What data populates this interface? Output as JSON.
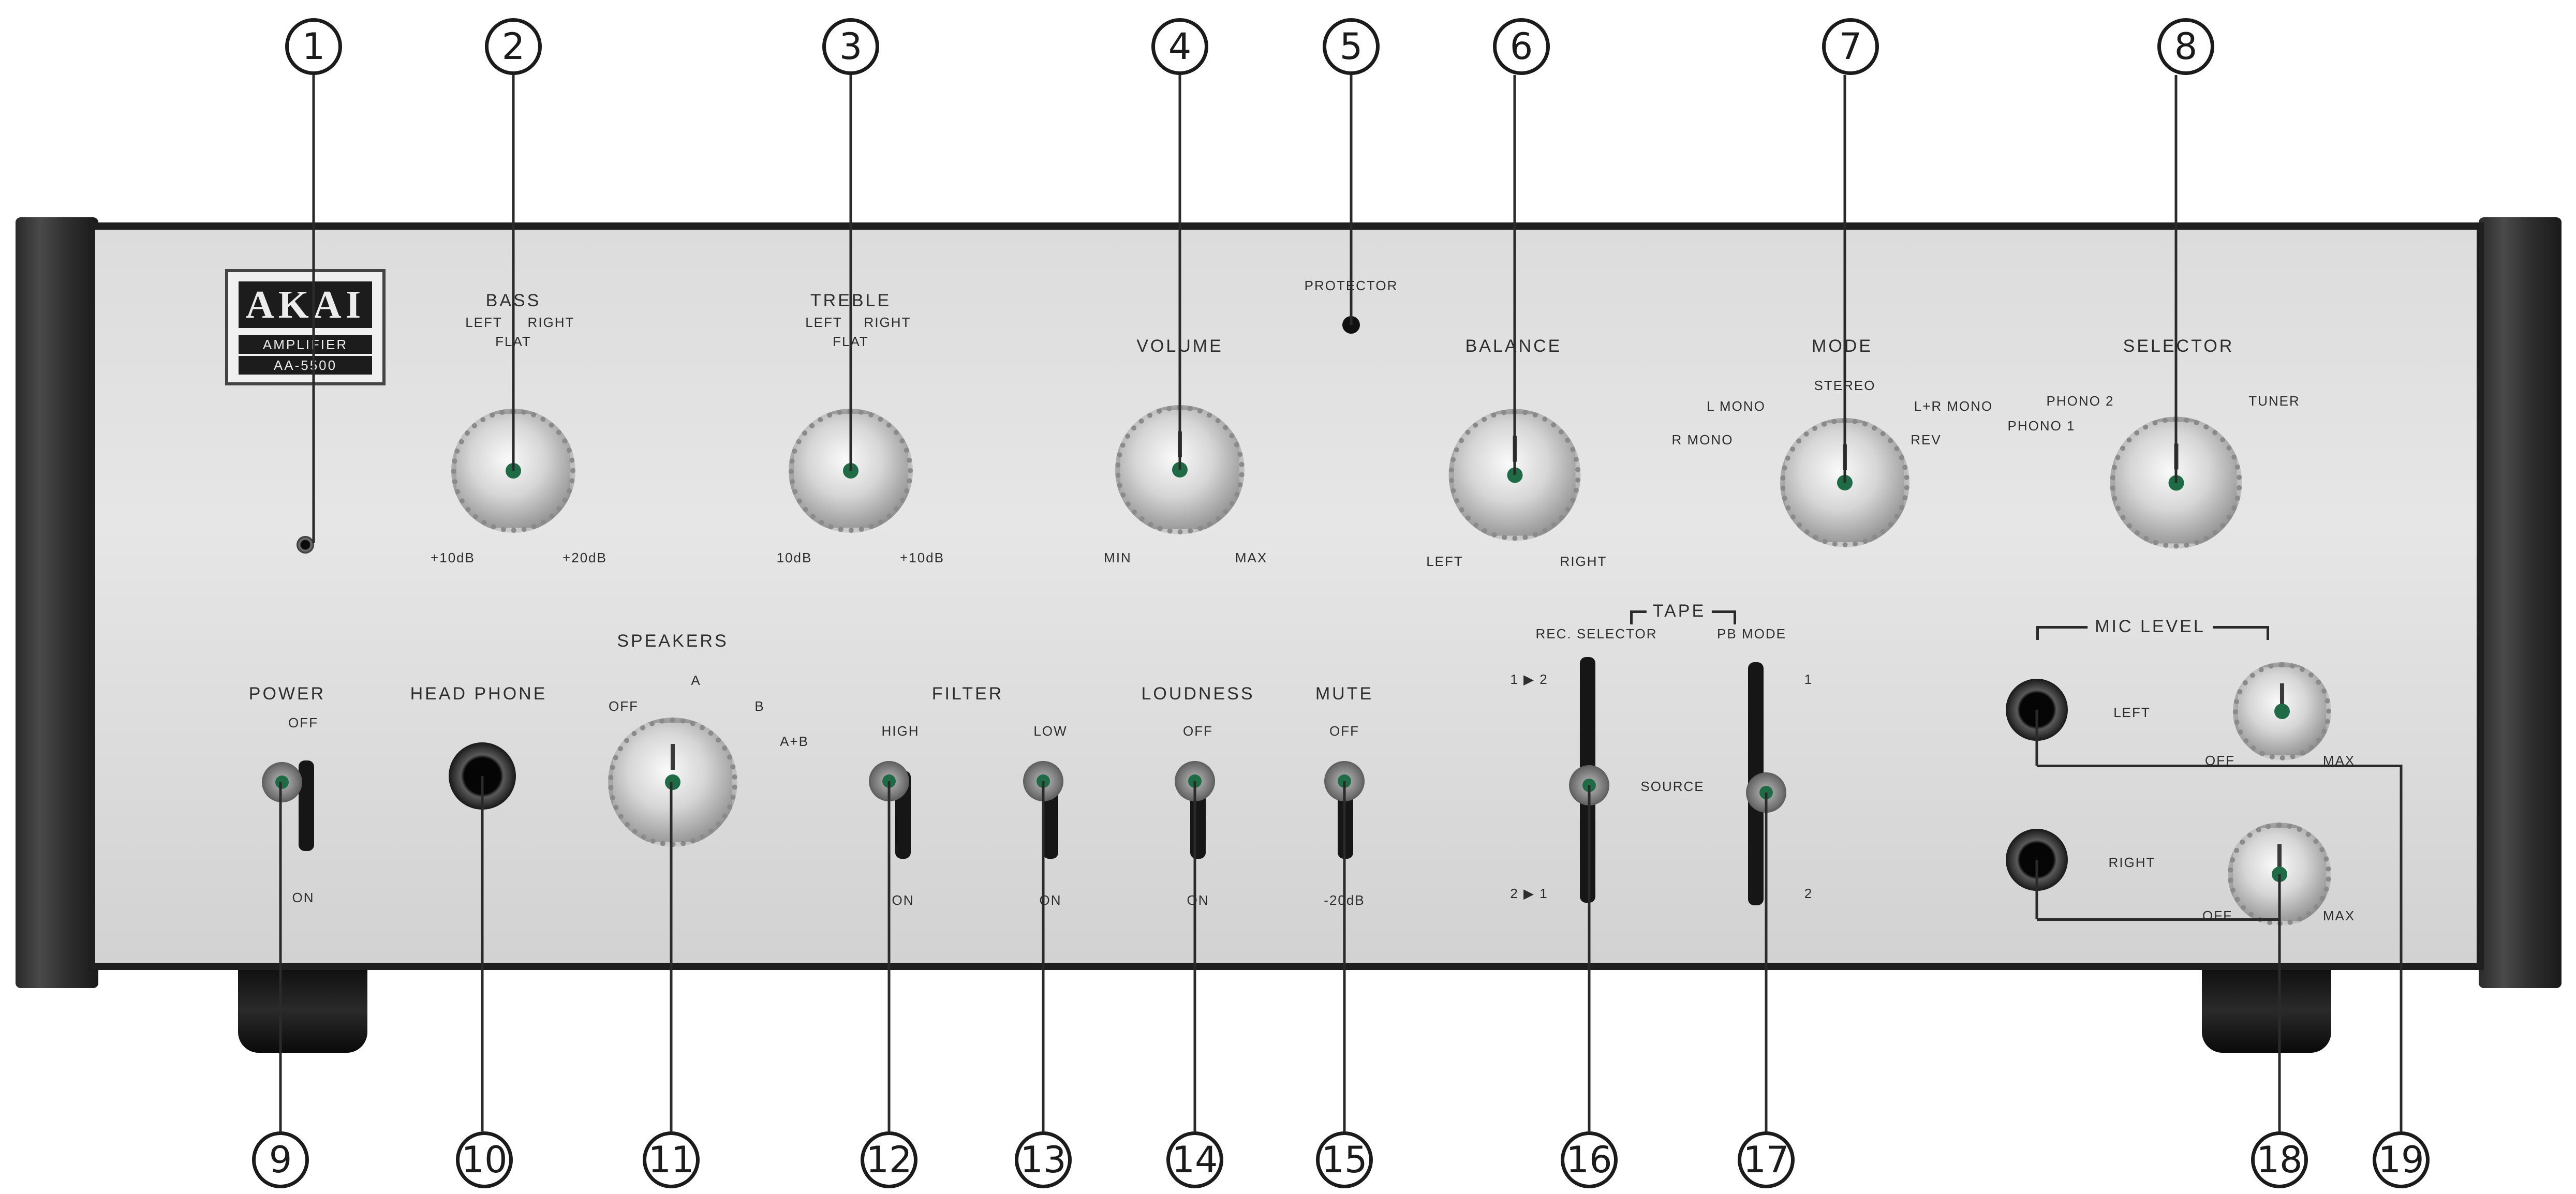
{
  "callouts": [
    "1",
    "2",
    "3",
    "4",
    "5",
    "6",
    "7",
    "8",
    "9",
    "10",
    "11",
    "12",
    "13",
    "14",
    "15",
    "16",
    "17",
    "18",
    "19"
  ],
  "logo": {
    "brand": "AKAI",
    "line1": "AMPLIFIER",
    "line2": "AA-5500"
  },
  "labels": {
    "protector": "PROTECTOR",
    "bass": "BASS",
    "bass_left": "LEFT",
    "bass_right": "RIGHT",
    "bass_flat": "FLAT",
    "bass_min": "+10dB",
    "bass_max": "+20dB",
    "treble": "TREBLE",
    "treble_left": "LEFT",
    "treble_right": "RIGHT",
    "treble_flat": "FLAT",
    "treble_min": "10dB",
    "treble_max": "+10dB",
    "volume": "VOLUME",
    "volume_min": "MIN",
    "volume_max": "MAX",
    "balance": "BALANCE",
    "balance_left": "LEFT",
    "balance_right": "RIGHT",
    "mode": "MODE",
    "mode_stereo": "STEREO",
    "mode_lmono": "L MONO",
    "mode_rmono": "R MONO",
    "mode_lrmono": "L+R MONO",
    "mode_rev": "REV",
    "selector": "SELECTOR",
    "selector_phono1": "PHONO 1",
    "selector_phono2": "PHONO 2",
    "selector_tuner": "TUNER",
    "power": "POWER",
    "power_off": "OFF",
    "power_on": "ON",
    "headphone": "HEAD PHONE",
    "speakers": "SPEAKERS",
    "speakers_off": "OFF",
    "speakers_a": "A",
    "speakers_b": "B",
    "speakers_ab": "A+B",
    "filter": "FILTER",
    "filter_high": "HIGH",
    "filter_low": "LOW",
    "filter_on1": "ON",
    "filter_on2": "ON",
    "loudness": "LOUDNESS",
    "loudness_off": "OFF",
    "loudness_on": "ON",
    "mute": "MUTE",
    "mute_off": "OFF",
    "mute_db": "-20dB",
    "tape": "TAPE",
    "rec_selector": "REC. SELECTOR",
    "pb_mode": "PB MODE",
    "source": "SOURCE",
    "rec_1to2": "1 ▶ 2",
    "rec_2to1": "2 ▶ 1",
    "pb_1": "1",
    "pb_2": "2",
    "mic_level": "MIC LEVEL",
    "mic_left": "LEFT",
    "mic_right": "RIGHT",
    "mic_off1": "OFF",
    "mic_max1": "MAX",
    "mic_off2": "OFF",
    "mic_max2": "MAX"
  }
}
